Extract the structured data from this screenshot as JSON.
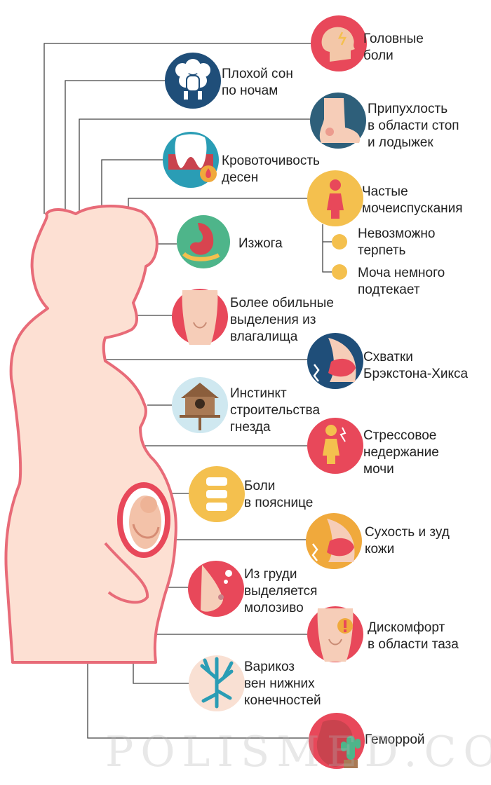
{
  "colors": {
    "body": "#fde0d3",
    "outline": "#e86b78",
    "line": "#444444",
    "red": "#e8485a",
    "navy": "#1f4e79",
    "teal": "#2a9db5",
    "orange": "#f0a93c",
    "yellow": "#f4c04e",
    "green": "#4eb58a",
    "peach": "#f5d8c4"
  },
  "symptoms": [
    {
      "id": "headache",
      "label": "Головные\nболи",
      "icon": "head-icon"
    },
    {
      "id": "sleep",
      "label": "Плохой сон\nпо ночам",
      "icon": "sheep-icon"
    },
    {
      "id": "swelling",
      "label": "Припухлость\nв области стоп\nи лодыжек",
      "icon": "foot-icon"
    },
    {
      "id": "gums",
      "label": "Кровоточивость\nдесен",
      "icon": "tooth-icon"
    },
    {
      "id": "urination",
      "label": "Частые\nмочеиспускания",
      "icon": "woman-icon"
    },
    {
      "id": "heartburn",
      "label": "Изжога",
      "icon": "stomach-icon"
    },
    {
      "id": "discharge",
      "label": "Более обильные\nвыделения из\nвлагалища",
      "icon": "pelvis-icon"
    },
    {
      "id": "braxton",
      "label": "Схватки\nБрэкстона-Хикса",
      "icon": "belly-pain-icon"
    },
    {
      "id": "nesting",
      "label": "Инстинкт\nстроительства\nгнезда",
      "icon": "birdhouse-icon"
    },
    {
      "id": "incontinence",
      "label": "Стрессовое\nнедержание\nмочи",
      "icon": "woman-alert-icon"
    },
    {
      "id": "backpain",
      "label": "Боли\nв пояснице",
      "icon": "spine-icon"
    },
    {
      "id": "skin",
      "label": "Сухость и зуд\nкожи",
      "icon": "belly-itch-icon"
    },
    {
      "id": "colostrum",
      "label": "Из груди\nвыделяется\nмолозиво",
      "icon": "breast-icon"
    },
    {
      "id": "pelvic",
      "label": "Дискомфорт\nв области таза",
      "icon": "pelvis-alert-icon"
    },
    {
      "id": "varicose",
      "label": "Варикоз\nвен нижних\nконечностей",
      "icon": "veins-icon"
    },
    {
      "id": "hemorrhoids",
      "label": "Геморрой",
      "icon": "cactus-icon"
    }
  ],
  "sub_items": [
    {
      "label": "Невозможно\nтерпеть"
    },
    {
      "label": "Моча немного\nподтекает"
    }
  ],
  "watermark": "POLISMED.COM"
}
